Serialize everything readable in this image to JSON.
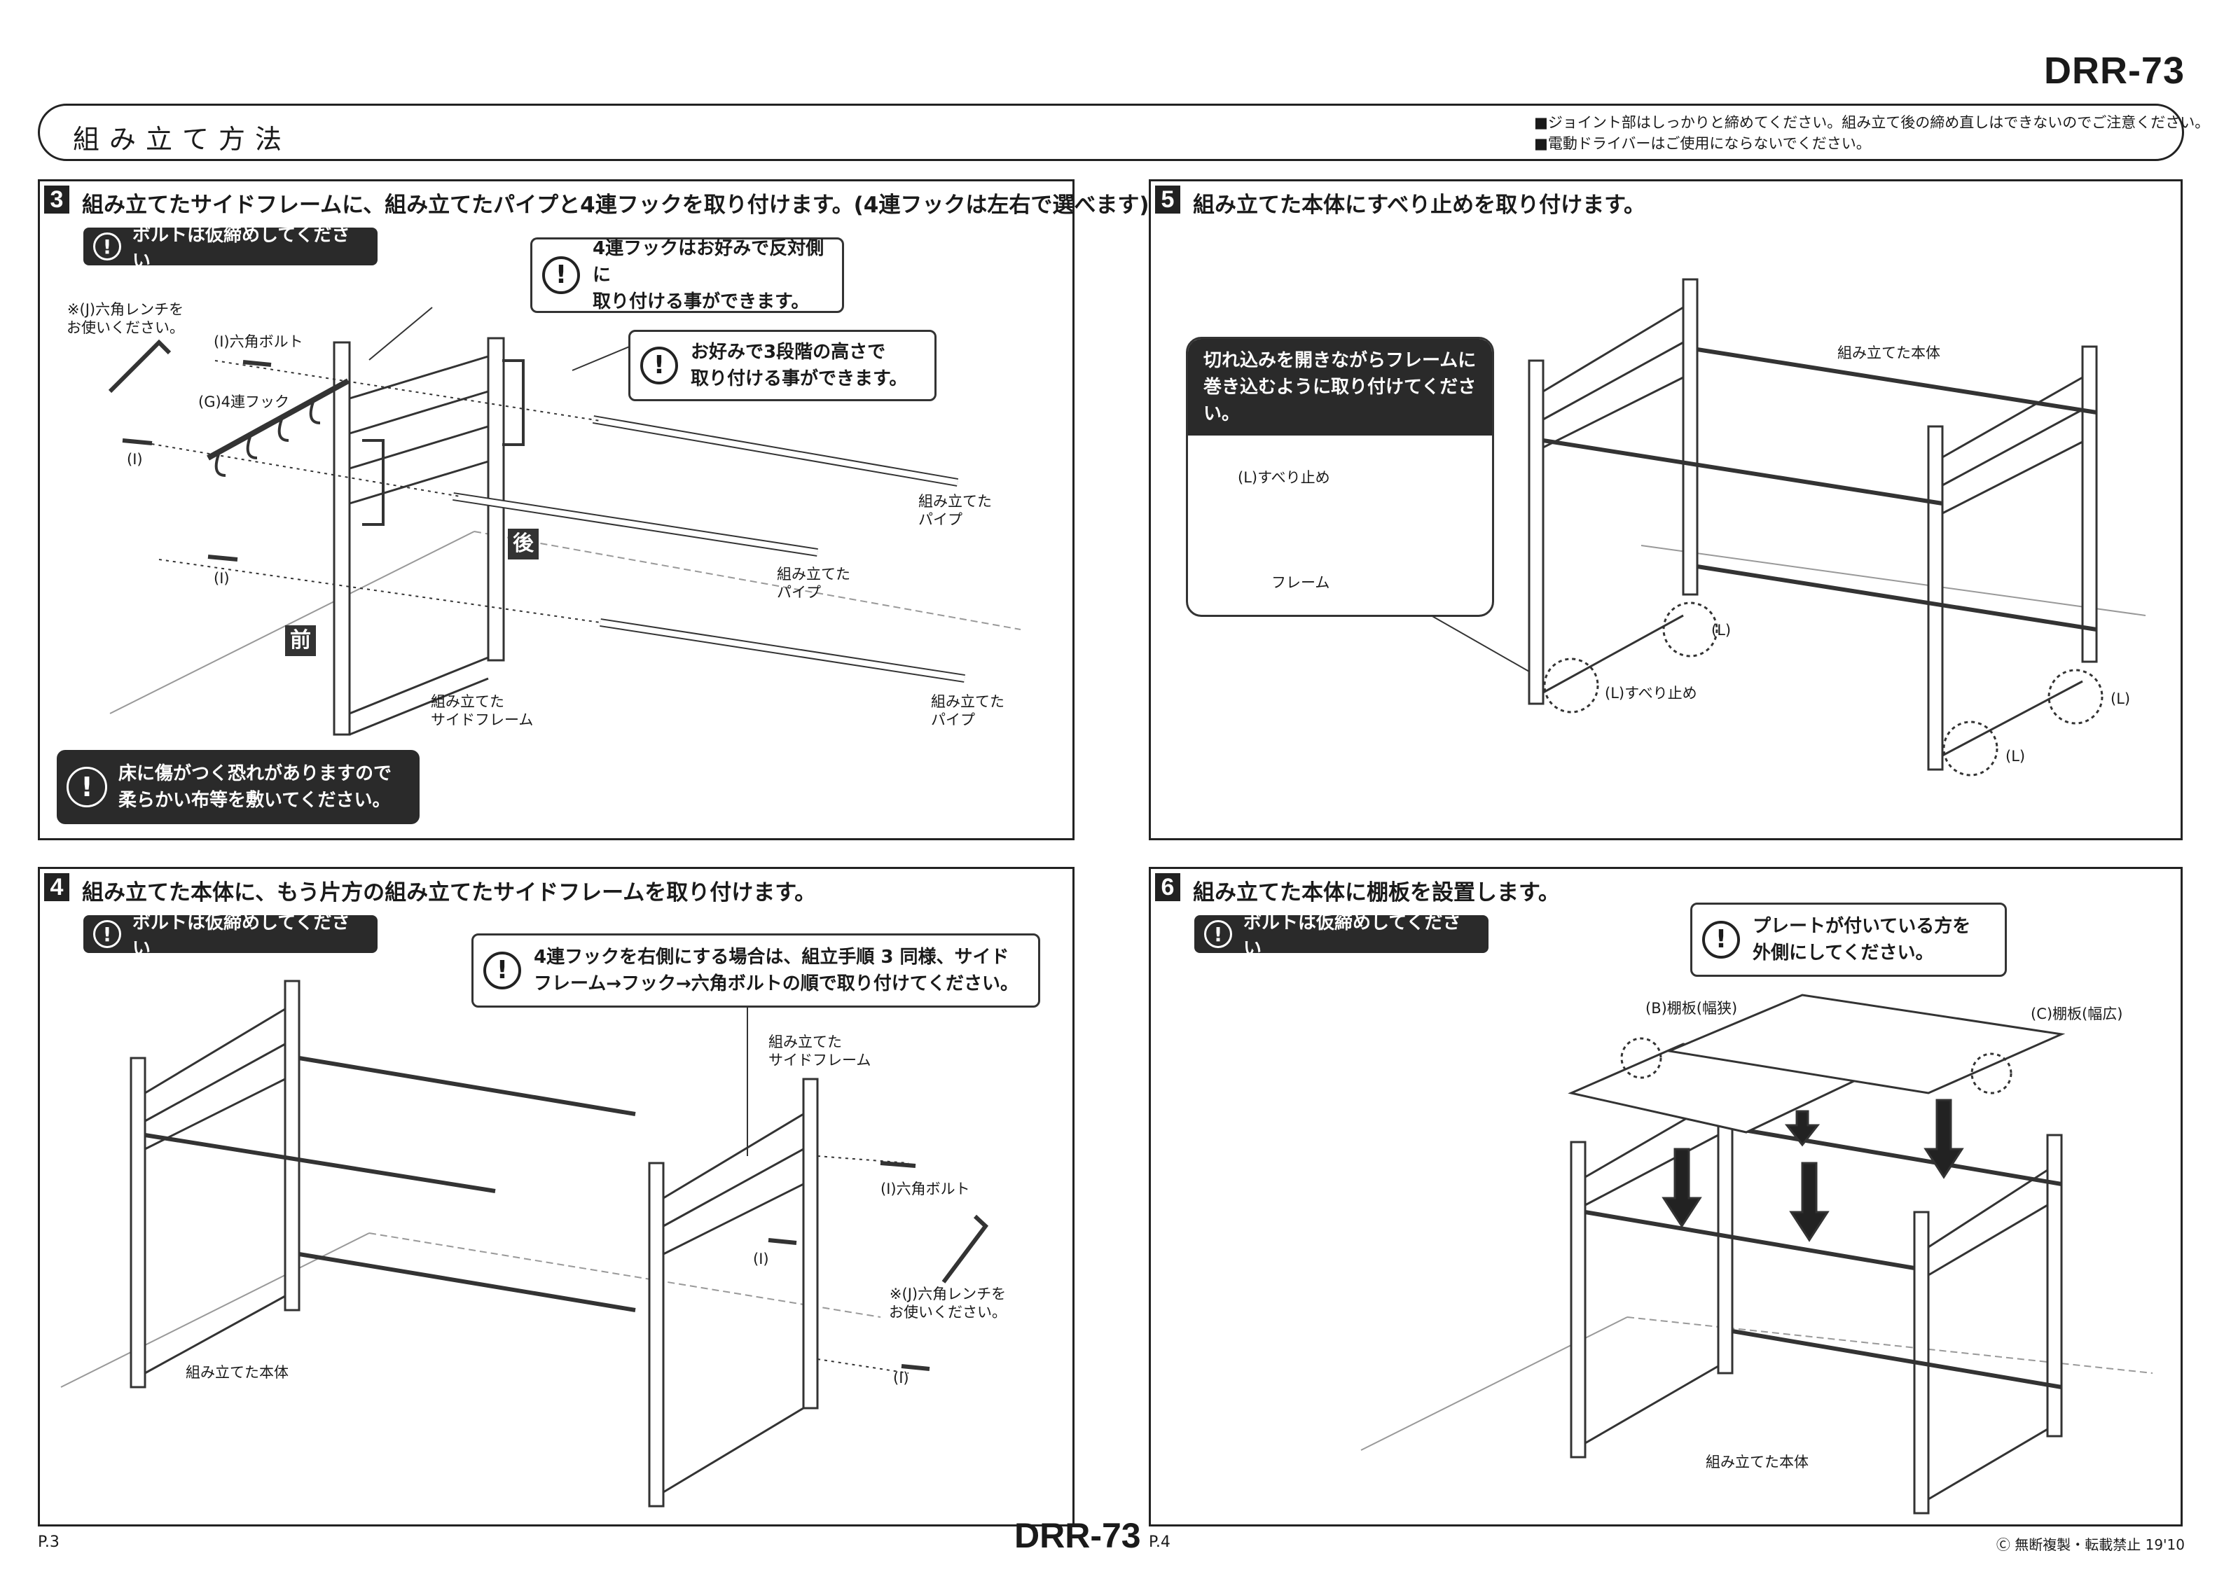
{
  "model": "DRR-73",
  "header": {
    "title": "組み立て方法",
    "notes": [
      "■ジョイント部はしっかりと締めてください。組み立て後の締め直しはできないのでご注意ください。",
      "■電動ドライバーはご使用にならないでください。"
    ]
  },
  "steps": {
    "s3": {
      "number": "3",
      "title": "組み立てたサイドフレームに、組み立てたパイプと4連フックを取り付けます。(4連フックは左右で選べます)",
      "warn_bolt": "ボルトは仮締めしてください",
      "note_hook": [
        "4連フックはお好みで反対側に",
        "取り付ける事ができます。"
      ],
      "note_height": [
        "お好みで3段階の高さで",
        "取り付ける事ができます。"
      ],
      "warn_floor": [
        "床に傷がつく恐れがありますので",
        "柔らかい布等を敷いてください。"
      ],
      "labels": {
        "wrench": [
          "※(J)六角レンチを",
          "お使いください。"
        ],
        "bolt": "(I)六角ボルト",
        "hook": "(G)4連フック",
        "i1": "(I)",
        "i2": "(I)",
        "pipe1": [
          "組み立てた",
          "パイプ"
        ],
        "pipe2": [
          "組み立てた",
          "パイプ"
        ],
        "pipe3": [
          "組み立てた",
          "パイプ"
        ],
        "side": [
          "組み立てた",
          "サイドフレーム"
        ],
        "back": "後",
        "front": "前"
      }
    },
    "s4": {
      "number": "4",
      "title": "組み立てた本体に、もう片方の組み立てたサイドフレームを取り付けます。",
      "warn_bolt": "ボルトは仮締めしてください",
      "note": [
        "4連フックを右側にする場合は、組立手順 3 同様、サイド",
        "フレーム→フック→六角ボルトの順で取り付けてください。"
      ],
      "labels": {
        "side": [
          "組み立てた",
          "サイドフレーム"
        ],
        "bolt": "(I)六角ボルト",
        "i1": "(I)",
        "i2": "(I)",
        "wrench": [
          "※(J)六角レンチを",
          "お使いください。"
        ],
        "body": "組み立てた本体"
      }
    },
    "s5": {
      "number": "5",
      "title": "組み立てた本体にすべり止めを取り付けます。",
      "tip": [
        "切れ込みを開きながらフレームに",
        "巻き込むように取り付けてください。"
      ],
      "labels": {
        "stopper": "(L)すべり止め",
        "frame": "フレーム",
        "body": "組み立てた本体",
        "l1": "(L)",
        "stopper2": "(L)すべり止め",
        "l2": "(L)",
        "l3": "(L)"
      }
    },
    "s6": {
      "number": "6",
      "title": "組み立てた本体に棚板を設置します。",
      "warn_bolt": "ボルトは仮締めしてください",
      "note": [
        "プレートが付いている方を",
        "外側にしてください。"
      ],
      "labels": {
        "shelf_b": "(B)棚板(幅狭)",
        "shelf_c": "(C)棚板(幅広)",
        "body": "組み立てた本体"
      }
    }
  },
  "footer": {
    "page_left": "P.3",
    "page_right": "P.4",
    "model": "DRR-73",
    "copyright": "Ⓒ 無断複製・転載禁止  19'10"
  }
}
